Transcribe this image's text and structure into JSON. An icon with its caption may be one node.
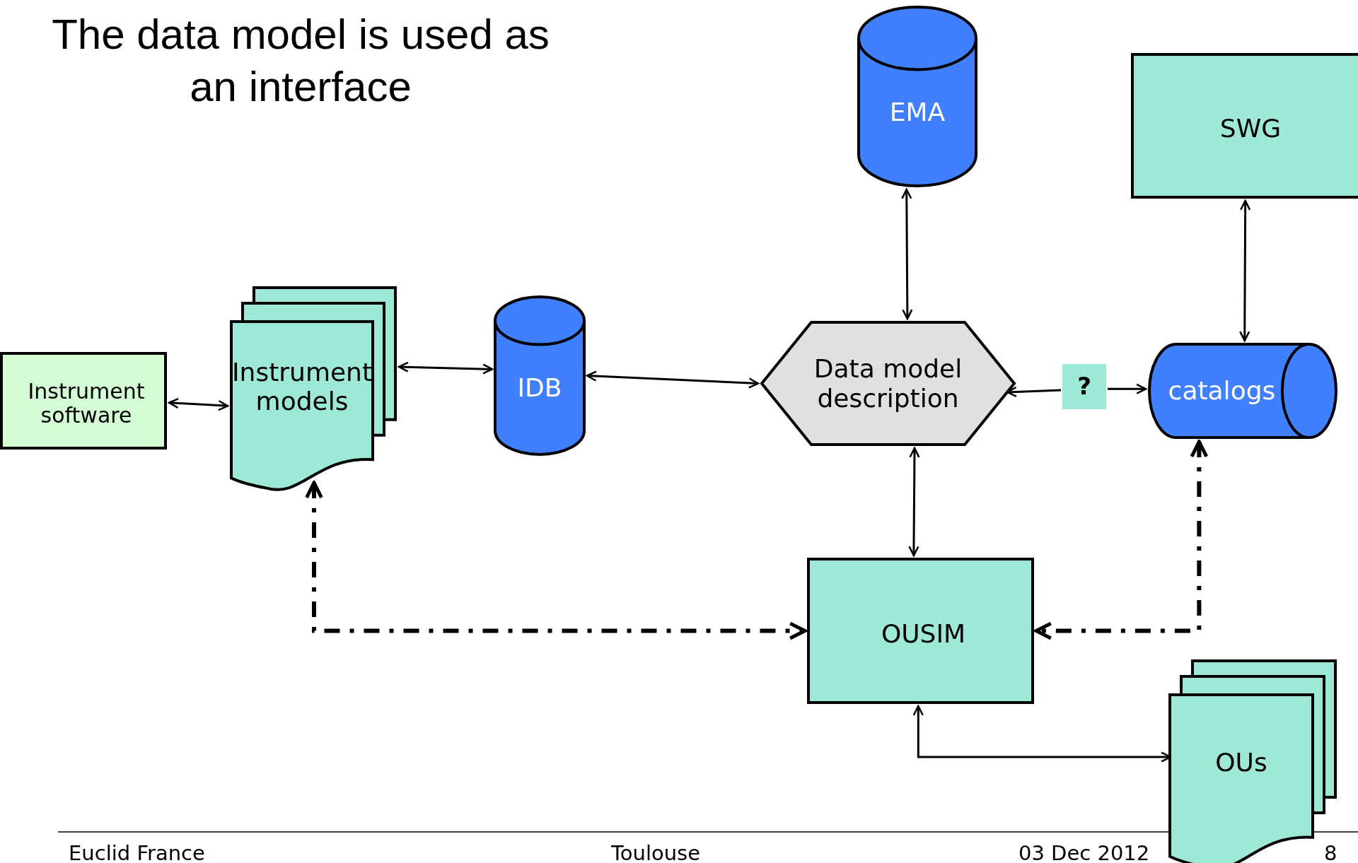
{
  "diagram": {
    "title": "The data model is used as an interface",
    "nodes": [
      {
        "text": [
          "Instrument software"
        ]
      },
      {
        "text": [
          "Instrument models"
        ]
      },
      {
        "text": [
          "IDB"
        ]
      },
      {
        "text": [
          "EMA"
        ]
      },
      {
        "text": [
          "SWG"
        ]
      },
      {
        "text": [
          "Data model description"
        ]
      },
      {
        "text": [
          "?"
        ]
      },
      {
        "text": [
          "catalogs"
        ]
      },
      {
        "text": [
          "OUSIM"
        ]
      },
      {
        "text": [
          "OUs"
        ],
        "beside": [
          "8"
        ]
      }
    ],
    "edges": [
      {
        "from": 0,
        "to": 1,
        "arrow": "both"
      },
      {
        "from": 1,
        "to": 2,
        "arrow": "both"
      },
      {
        "from": 2,
        "to": 5,
        "arrow": "both"
      },
      {
        "from": 3,
        "to": 5,
        "arrow": "both"
      },
      {
        "from": 4,
        "to": 7,
        "arrow": "both"
      },
      {
        "from": 6,
        "to": 5,
        "arrow": "to"
      },
      {
        "from": 6,
        "to": 7,
        "arrow": "to"
      },
      {
        "from": 5,
        "to": 8,
        "arrow": "both"
      },
      {
        "from": 8,
        "to": 9,
        "arrow": "both"
      },
      {
        "from": 1,
        "to": 8,
        "arrow": "both",
        "style": "dashed"
      },
      {
        "from": 7,
        "to": 8,
        "arrow": "both",
        "style": "dashed"
      }
    ],
    "labels": [
      "Euclid France",
      "Toulouse",
      "03 Dec 2012"
    ]
  }
}
